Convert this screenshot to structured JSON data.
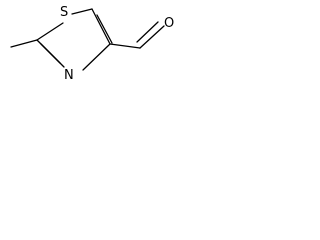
{
  "molecule": {
    "atoms": {
      "sulfur": "S",
      "nitrogen": "N",
      "oxygen": "O"
    },
    "colors": {
      "ink": "#000000",
      "background": "#ffffff"
    }
  }
}
